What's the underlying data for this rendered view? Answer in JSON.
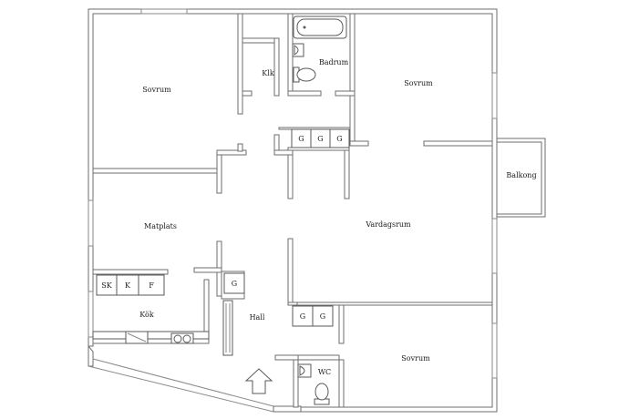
{
  "rooms": {
    "bedroom_top_left": "Sovrum",
    "bedroom_top_right": "Sovrum",
    "bedroom_bottom_right": "Sovrum",
    "closet": "Klk",
    "bathroom": "Badrum",
    "balcony": "Balkong",
    "dining": "Matplats",
    "living_room": "Vardagsrum",
    "kitchen": "Kök",
    "hall": "Hall",
    "toilet": "WC"
  },
  "wardrobes": [
    "G",
    "G",
    "G",
    "G",
    "G",
    "G"
  ],
  "kitchen_appliances": {
    "dishwasher": "SK",
    "fridge": "K",
    "freezer": "F"
  },
  "icons": {
    "entrance": "arrow-up-icon",
    "bathtub": "bathtub-icon",
    "washbasin": "washbasin-icon",
    "toilet": "toilet-icon",
    "stove": "stove-icon",
    "sink": "sink-icon"
  },
  "colors": {
    "wall_stroke": "#6e6e6e",
    "text": "#1a1a1a",
    "background": "#ffffff"
  }
}
